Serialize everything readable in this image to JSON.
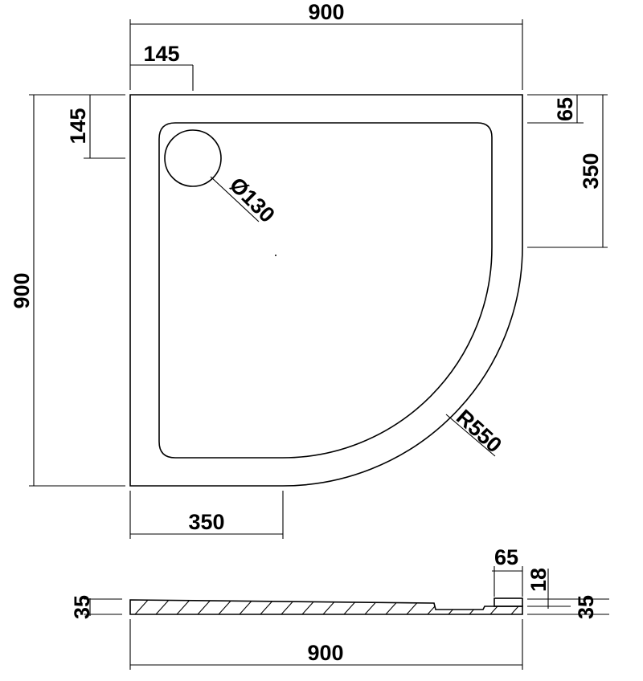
{
  "drawing": {
    "plan_view": {
      "overall_width": "900",
      "overall_depth": "900",
      "drain_offset_x": "145",
      "drain_offset_y": "145",
      "drain_diameter": "Ø130",
      "rim_width": "65",
      "straight_side_right": "350",
      "straight_side_bottom": "350",
      "radius": "R550"
    },
    "section_view": {
      "height_left": "35",
      "height_right": "35",
      "rim_width": "65",
      "rim_height": "18",
      "overall_width": "900"
    }
  }
}
